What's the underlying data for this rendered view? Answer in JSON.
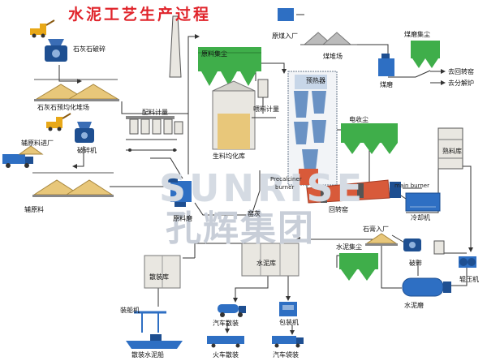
{
  "title": "水泥工艺生产过程",
  "watermark": {
    "latin": "SUNRISE",
    "chinese": "孔辉集团"
  },
  "labels": {
    "limestone_crusher": "石灰石破碎",
    "limestone_stockpile": "石灰石预均化堆场",
    "aux_material_supply": "辅原料进厂",
    "crusher": "破碎机",
    "aux_material": "辅原料",
    "batching": "配料计量",
    "raw_dust_collector": "原料集尘",
    "raw_homogenizing": "生料均化库",
    "feed_metering": "喂料计量",
    "raw_mill": "原料磨",
    "kiln_dust": "窑灰",
    "preheater": "预热器",
    "precalciner": "Precalciner",
    "burner": "burner",
    "kiln": "回转窑",
    "main_burner": "main burner",
    "electrostatic": "电收尘",
    "cooler": "冷却机",
    "clinker_silo": "熟料库",
    "coal_in": "原煤入厂",
    "coal_yard": "煤堆场",
    "coal_mill": "煤磨",
    "coal_dust": "煤磨集尘",
    "to_kiln": "去回转窑",
    "to_calciner": "去分解炉",
    "gypsum_in": "石膏入厂",
    "gypsum_crusher": "破碎",
    "roller_press": "辊压机",
    "cement_dust": "水泥集尘",
    "cement_mill": "水泥磨",
    "cement_silo": "水泥库",
    "bulk_silo": "散装库",
    "ship_loader": "装船机",
    "bulk_ship": "散装水泥船",
    "truck_bulk": "汽车散装",
    "packer": "包装机",
    "train_bulk": "火车散装",
    "truck_bag": "汽车袋装"
  },
  "colors": {
    "title": "#e0242b",
    "equipment": "#1e4f91",
    "dust": "#3fae4a",
    "silo": "#e9e7e1",
    "material": "#e8c77a",
    "kiln": "#d85a3a",
    "line": "#333333"
  },
  "icons": [
    "excavator-icon",
    "crusher-icon",
    "truck-icon",
    "dust-collector-icon",
    "silo-icon",
    "mill-icon",
    "kiln-icon",
    "cooler-icon",
    "ship-icon",
    "train-icon",
    "bag-icon"
  ]
}
